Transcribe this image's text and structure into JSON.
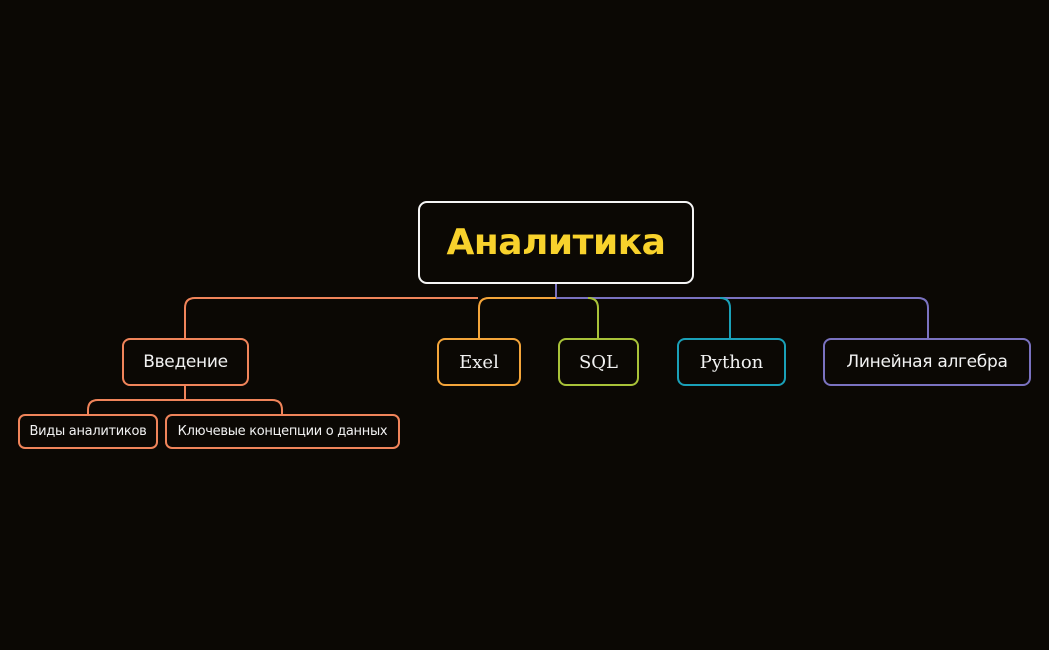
{
  "diagram": {
    "type": "mind-map",
    "background": "#0b0804",
    "root": {
      "label": "Аналитика",
      "text_color": "#f8d22c",
      "border_color": "#f5f5f5"
    },
    "branches": [
      {
        "id": "intro",
        "label": "Введение",
        "color": "#f0845a",
        "children": [
          {
            "label": "Виды аналитиков",
            "color": "#f0845a"
          },
          {
            "label": "Ключевые концепции о данных",
            "color": "#f0845a"
          }
        ]
      },
      {
        "id": "excel",
        "label": "Exel",
        "color": "#f4a53a",
        "children": []
      },
      {
        "id": "sql",
        "label": "SQL",
        "color": "#a8c238",
        "children": []
      },
      {
        "id": "python",
        "label": "Python",
        "color": "#1aa0b8",
        "children": []
      },
      {
        "id": "linalg",
        "label": "Линейная алгебра",
        "color": "#7a72c0",
        "children": []
      }
    ],
    "connector_colors": {
      "left": "#f0845a",
      "middle": "#f4a53a",
      "right": "#7a72c0",
      "sql": "#a8c238",
      "python": "#1aa0b8"
    }
  }
}
